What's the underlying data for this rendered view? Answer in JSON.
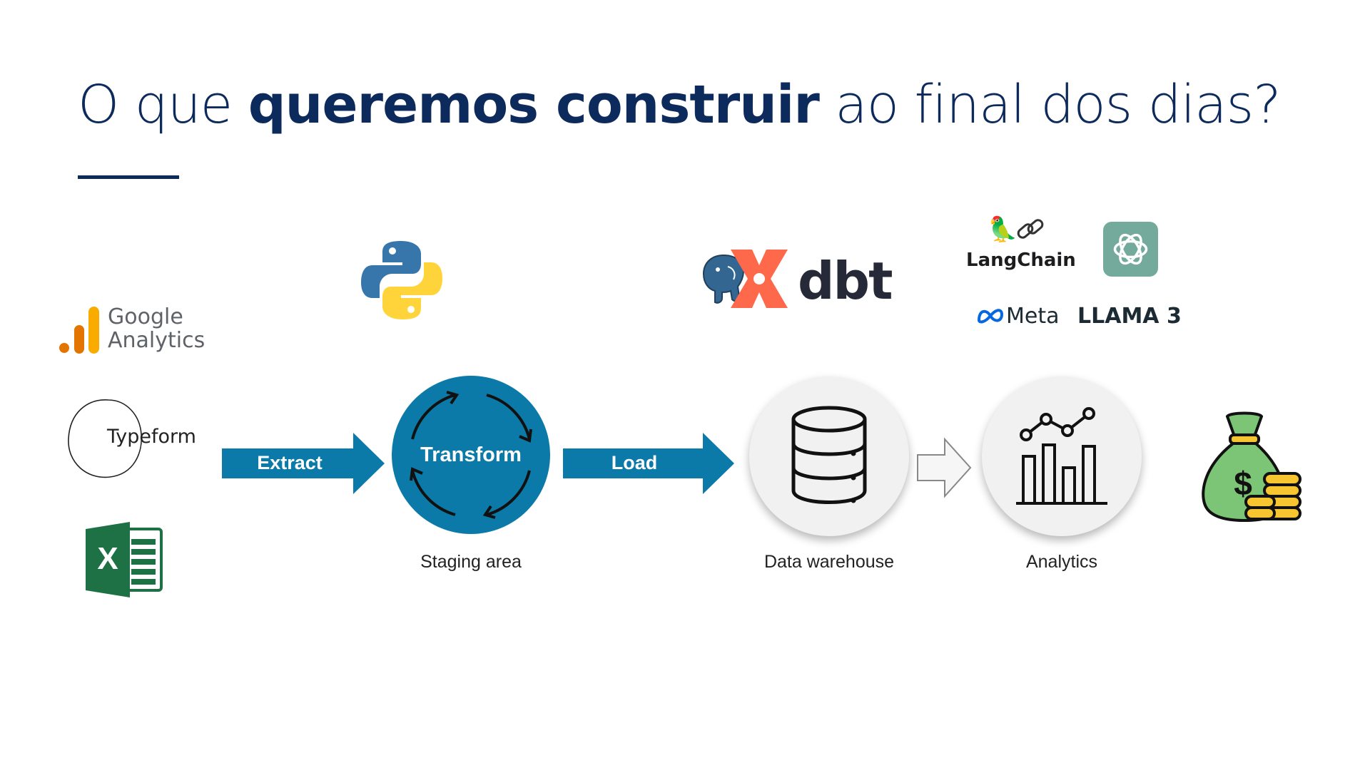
{
  "title": {
    "before": "O que ",
    "bold": "queremos construir",
    "after": " ao final dos dias?"
  },
  "sources": {
    "google_analytics": {
      "line1": "Google",
      "line2": "Analytics"
    },
    "typeform": "Typeform",
    "excel": "X"
  },
  "pipeline": {
    "extract": "Extract",
    "transform": "Transform",
    "load": "Load",
    "staging_caption": "Staging area",
    "warehouse_caption": "Data warehouse",
    "analytics_caption": "Analytics"
  },
  "tools": {
    "dbt": "dbt",
    "langchain": "LangChain",
    "meta": "Meta",
    "llama": "LLAMA 3"
  },
  "colors": {
    "title": "#0c2a5b",
    "pipeline_blue": "#0b7aa8",
    "dbt_orange": "#ff694b",
    "openai_green": "#74aa9c",
    "money_green": "#7cc576",
    "coin_gold": "#f7c530"
  },
  "icons": [
    "python-logo-icon",
    "postgres-elephant-icon",
    "dbt-logo-icon",
    "parrot-icon",
    "chain-link-icon",
    "openai-logo-icon",
    "meta-infinity-icon",
    "database-icon",
    "analytics-chart-icon",
    "money-bag-icon",
    "coins-icon",
    "excel-icon",
    "google-analytics-icon"
  ]
}
